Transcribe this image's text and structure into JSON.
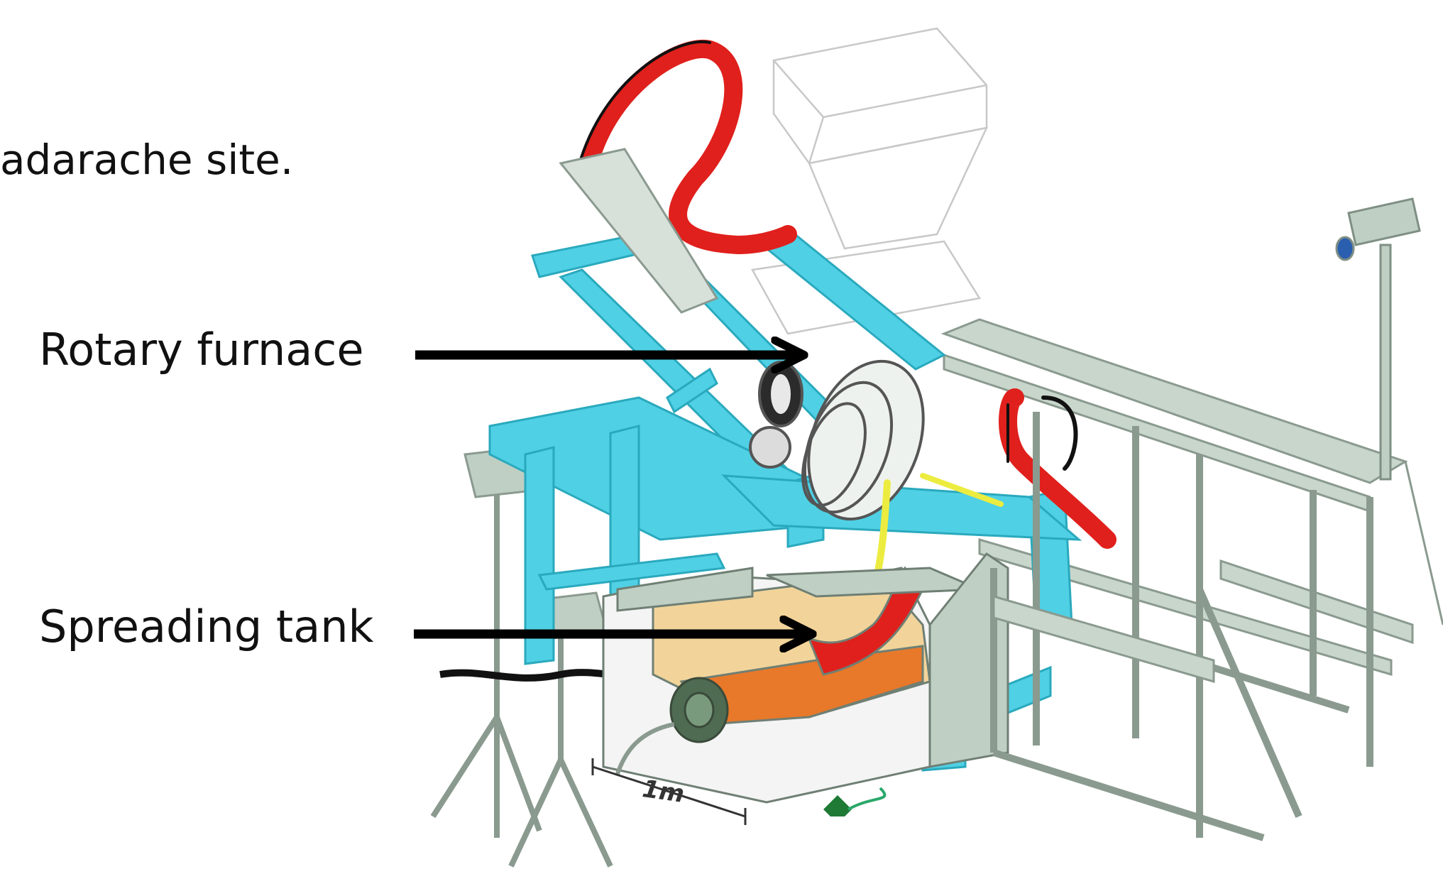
{
  "caption_fragment": "adarache site.",
  "labels": {
    "rotary_furnace": "Rotary furnace",
    "spreading_tank": "Spreading tank"
  },
  "scale_bar": "1m",
  "colors": {
    "frame_cyan": "#4fd0e4",
    "support_gray": "#bfcfc4",
    "hot_red": "#e0201c",
    "melt_orange": "#e8782a",
    "sand": "#f2d49a",
    "yellow_tube": "#ecec40",
    "arrow": "#000000"
  }
}
